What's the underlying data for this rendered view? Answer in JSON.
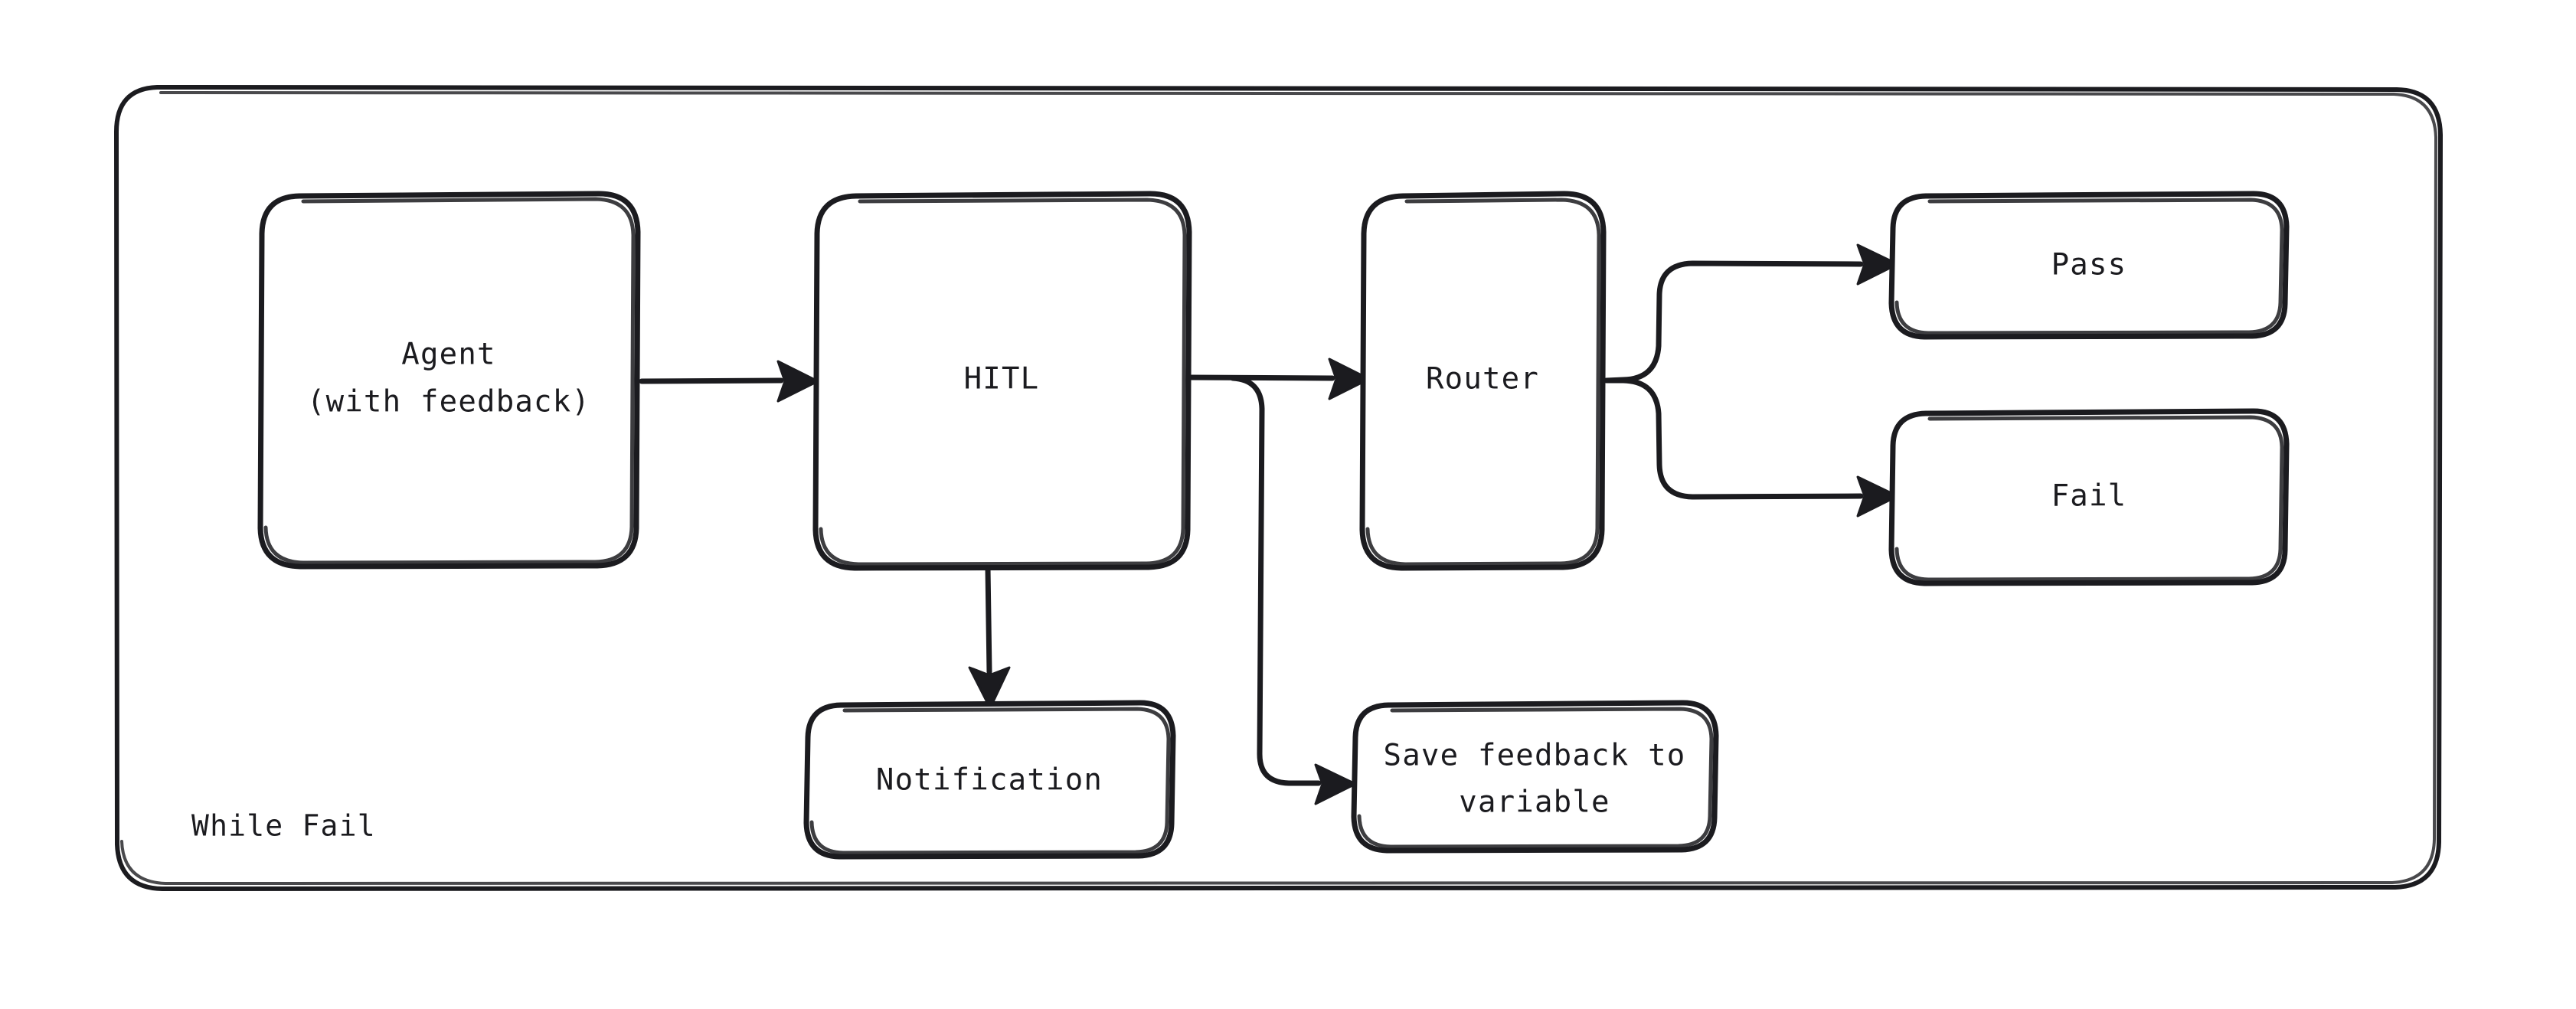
{
  "diagram": {
    "kind": "flowchart",
    "background_color": "#ffffff",
    "stroke_color": "#1b1b1f",
    "style": "hand-drawn",
    "container": {
      "label": "While Fail",
      "label_position": "bottom-left"
    },
    "nodes": [
      {
        "id": "agent",
        "label_line1": "Agent",
        "label_line2": "(with feedback)",
        "shape": "rounded-rect"
      },
      {
        "id": "hitl",
        "label_line1": "HITL",
        "label_line2": "",
        "shape": "rounded-rect"
      },
      {
        "id": "router",
        "label_line1": "Router",
        "label_line2": "",
        "shape": "rounded-rect"
      },
      {
        "id": "pass",
        "label_line1": "Pass",
        "label_line2": "",
        "shape": "rounded-rect"
      },
      {
        "id": "fail",
        "label_line1": "Fail",
        "label_line2": "",
        "shape": "rounded-rect"
      },
      {
        "id": "notification",
        "label_line1": "Notification",
        "label_line2": "",
        "shape": "rounded-rect"
      },
      {
        "id": "savefeedback",
        "label_line1": "Save feedback to",
        "label_line2": "variable",
        "shape": "rounded-rect"
      }
    ],
    "edges": [
      {
        "id": "agent-to-hitl",
        "from": "agent",
        "to": "hitl",
        "label": "",
        "arrow": true
      },
      {
        "id": "hitl-to-router",
        "from": "hitl",
        "to": "router",
        "label": "",
        "arrow": true
      },
      {
        "id": "hitl-to-notification",
        "from": "hitl",
        "to": "notification",
        "label": "",
        "arrow": true
      },
      {
        "id": "hitl-to-savefeedback",
        "from": "hitl",
        "to": "savefeedback",
        "label": "",
        "arrow": true
      },
      {
        "id": "router-to-pass",
        "from": "router",
        "to": "pass",
        "label": "",
        "arrow": true
      },
      {
        "id": "router-to-fail",
        "from": "router",
        "to": "fail",
        "label": "",
        "arrow": true
      }
    ]
  }
}
